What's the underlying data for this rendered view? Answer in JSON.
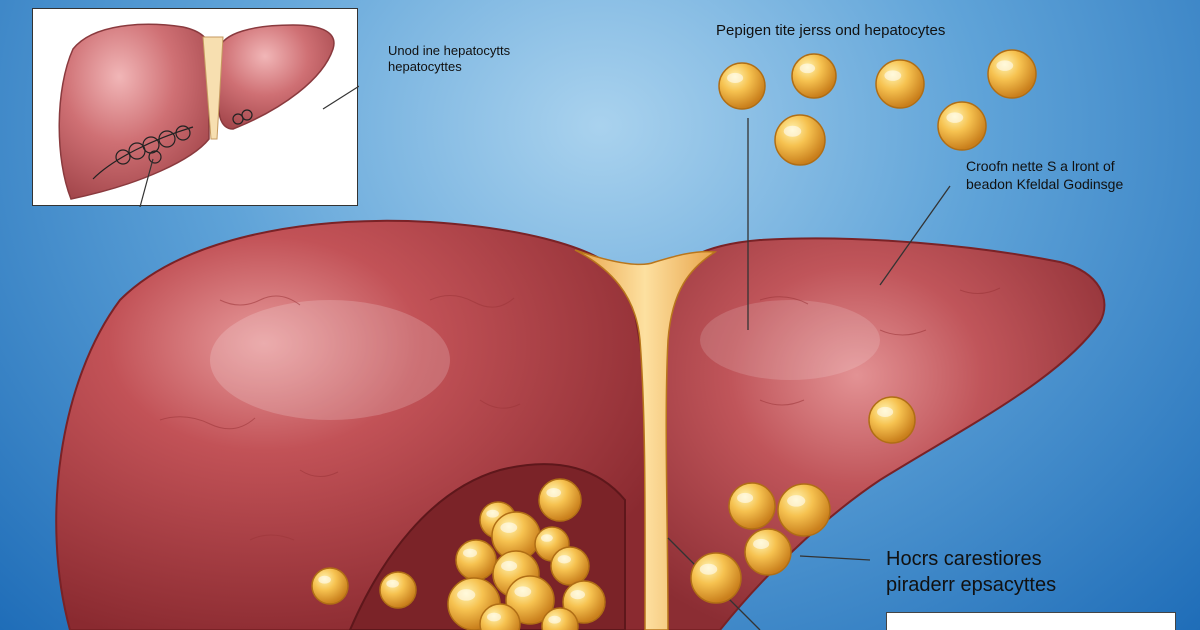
{
  "labels": {
    "inset_line1": "Unod ine hepatocytts",
    "inset_line2": "hepatocyttes",
    "top_right": "Pepigen tite jerss ond hepatocytes",
    "mid_right_line1": "Croofn nette S a lront of",
    "mid_right_line2": "beadon Kfeldal Godinsge",
    "bottom_right_line1": "Hocrs carestiores",
    "bottom_right_line2": "piraderr epsacyttes"
  },
  "colors": {
    "liver": "#b9454a",
    "liver_dark": "#8f2f33",
    "liver_light": "#e08a8c",
    "fat": "#f0b040",
    "fat_light": "#ffe28a",
    "ligament": "#f2c26a",
    "inset_liver": "#c96a6e"
  }
}
